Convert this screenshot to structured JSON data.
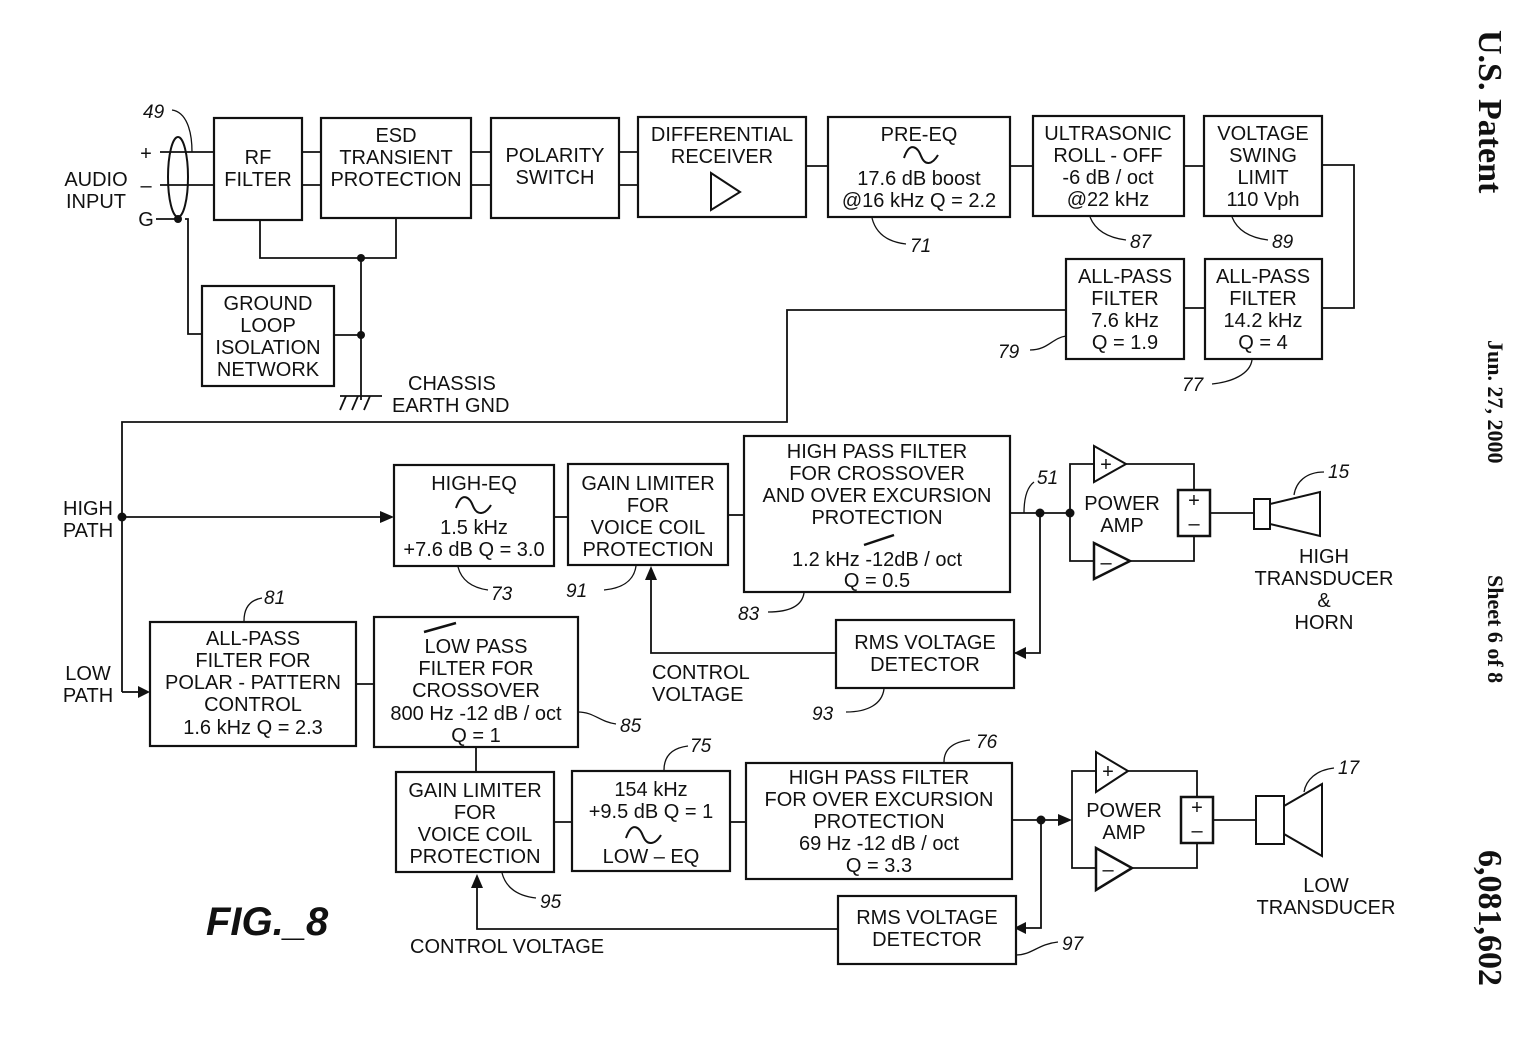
{
  "header": {
    "publication": "U.S. Patent",
    "date": "Jun. 27, 2000",
    "sheet": "Sheet 6 of 8",
    "patent_number": "6,081,602"
  },
  "figure_label": "FIG._8",
  "input": {
    "label_line1": "AUDIO",
    "label_line2": "INPUT",
    "plus": "+",
    "minus": "–",
    "ground": "G",
    "ref": "49"
  },
  "blocks": {
    "rf_filter": [
      "RF",
      "FILTER"
    ],
    "esd": [
      "ESD",
      "TRANSIENT",
      "PROTECTION"
    ],
    "polarity": [
      "POLARITY",
      "SWITCH"
    ],
    "diff_receiver": [
      "DIFFERENTIAL",
      "RECEIVER"
    ],
    "pre_eq": {
      "lines": [
        "PRE-EQ",
        "17.6 dB boost",
        "@16 kHz Q = 2.2"
      ],
      "ref": "71"
    },
    "ultrasonic": {
      "lines": [
        "ULTRASONIC",
        "ROLL - OFF",
        "-6 dB / oct",
        "@22 kHz"
      ],
      "ref": "87"
    },
    "voltage_swing": {
      "lines": [
        "VOLTAGE",
        "SWING",
        "LIMIT",
        "110 Vph"
      ],
      "ref": "89"
    },
    "allpass_142": {
      "lines": [
        "ALL-PASS",
        "FILTER",
        "14.2 kHz",
        "Q = 4"
      ],
      "ref": "77"
    },
    "allpass_76": {
      "lines": [
        "ALL-PASS",
        "FILTER",
        "7.6 kHz",
        "Q = 1.9"
      ],
      "ref": "79"
    },
    "ground_loop": [
      "GROUND",
      "LOOP",
      "ISOLATION",
      "NETWORK"
    ],
    "high_eq": {
      "lines": [
        "HIGH-EQ",
        "1.5 kHz",
        "+7.6 dB Q = 3.0"
      ],
      "ref": "73"
    },
    "gain_limiter_high": {
      "lines": [
        "GAIN LIMITER",
        "FOR",
        "VOICE COIL",
        "PROTECTION"
      ],
      "ref": "91"
    },
    "hpf_high": {
      "lines": [
        "HIGH PASS FILTER",
        "FOR CROSSOVER",
        "AND OVER EXCURSION",
        "PROTECTION",
        "1.2 kHz  -12dB / oct",
        "Q = 0.5"
      ],
      "ref": "83"
    },
    "rms_high": {
      "lines": [
        "RMS VOLTAGE",
        "DETECTOR"
      ],
      "ref": "93"
    },
    "allpass_polar": {
      "lines": [
        "ALL-PASS",
        "FILTER FOR",
        "POLAR - PATTERN",
        "CONTROL",
        "1.6 kHz Q = 2.3"
      ],
      "ref": "81"
    },
    "lpf": {
      "lines": [
        "LOW PASS",
        "FILTER FOR",
        "CROSSOVER",
        "800 Hz -12 dB / oct",
        "Q = 1"
      ],
      "ref": "85"
    },
    "gain_limiter_low": {
      "lines": [
        "GAIN LIMITER",
        "FOR",
        "VOICE COIL",
        "PROTECTION"
      ],
      "ref": "95"
    },
    "low_eq": {
      "lines": [
        "154 kHz",
        "+9.5 dB Q = 1",
        "LOW – EQ"
      ],
      "ref": "75"
    },
    "hpf_low": {
      "lines": [
        "HIGH PASS FILTER",
        "FOR OVER EXCURSION",
        "PROTECTION",
        "69 Hz -12 dB / oct",
        "Q = 3.3"
      ],
      "ref": "76"
    },
    "rms_low": {
      "lines": [
        "RMS VOLTAGE",
        "DETECTOR"
      ],
      "ref": "97"
    }
  },
  "labels": {
    "chassis": [
      "CHASSIS",
      "EARTH GND"
    ],
    "high_path": [
      "HIGH",
      "PATH"
    ],
    "low_path": [
      "LOW",
      "PATH"
    ],
    "control_voltage_high": [
      "CONTROL",
      "VOLTAGE"
    ],
    "control_voltage_low": "CONTROL VOLTAGE",
    "power_amp": [
      "POWER",
      "AMP"
    ],
    "amp_plus": "+",
    "amp_minus": "–",
    "high_transducer": [
      "HIGH",
      "TRANSDUCER",
      "&",
      "HORN"
    ],
    "low_transducer": [
      "LOW",
      "TRANSDUCER"
    ],
    "ref_high_amp_out": "51",
    "ref_high_transducer": "15",
    "ref_low_transducer": "17"
  }
}
